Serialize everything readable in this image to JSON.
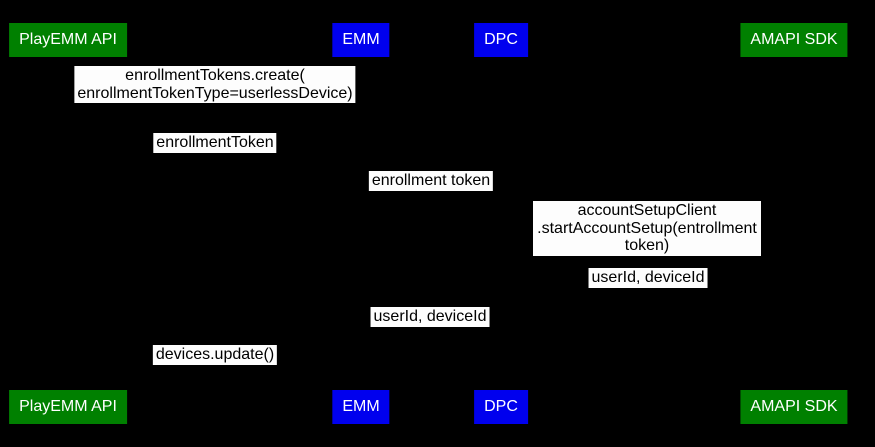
{
  "diagram": {
    "type": "sequence-diagram",
    "colors": {
      "background": "#000000",
      "actor_green": "#008000",
      "actor_blue": "#0000ee",
      "actor_text": "#ffffff",
      "message_bg": "#fdfdfd",
      "message_text": "#000000"
    },
    "actors": [
      {
        "label": "PlayEMM API",
        "color": "#008000"
      },
      {
        "label": "EMM",
        "color": "#0000ee"
      },
      {
        "label": "DPC",
        "color": "#0000ee"
      },
      {
        "label": "AMAPI SDK",
        "color": "#008000"
      }
    ],
    "messages": [
      {
        "text": "enrollmentTokens.create(\nenrollmentTokenType=userlessDevice)",
        "between": [
          "PlayEMM API",
          "EMM"
        ]
      },
      {
        "text": "enrollmentToken",
        "between": [
          "PlayEMM API",
          "EMM"
        ]
      },
      {
        "text": "enrollment token",
        "between": [
          "EMM",
          "DPC"
        ]
      },
      {
        "text": "accountSetupClient\n.startAccountSetup(entrollment token)",
        "between": [
          "DPC",
          "AMAPI SDK"
        ]
      },
      {
        "text": "userId, deviceId",
        "between": [
          "DPC",
          "AMAPI SDK"
        ]
      },
      {
        "text": "userId, deviceId",
        "between": [
          "EMM",
          "DPC"
        ]
      },
      {
        "text": "devices.update()",
        "between": [
          "PlayEMM API",
          "EMM"
        ]
      }
    ]
  }
}
